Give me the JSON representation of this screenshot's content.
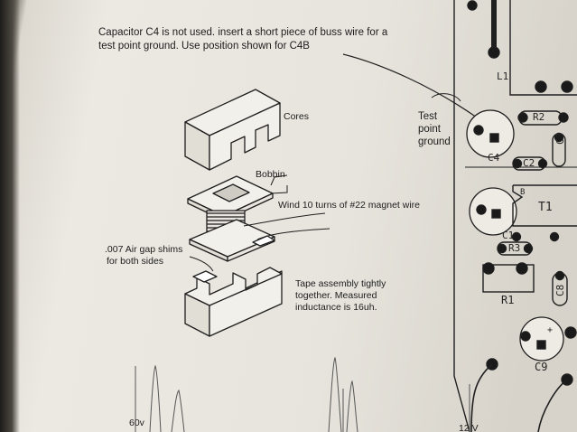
{
  "note": {
    "line1": "Capacitor C4 is not used.  insert a short piece of buss wire for a",
    "line2": "test point ground.  Use position shown for C4B"
  },
  "labels": {
    "cores": "Cores",
    "bobbin": "Bobbin",
    "wind": "Wind 10 turns of #22 magnet wire",
    "shims1": ".007 Air gap shims",
    "shims2": "for both sides",
    "tape1": "Tape assembly tightly",
    "tape2": "together.  Measured",
    "tape3": "inductance is 16uh.",
    "test1": "Test",
    "test2": "point",
    "test3": "ground"
  },
  "board": {
    "l1": "L1",
    "r2": "R2",
    "c3": "C3",
    "c4": "C4",
    "c2": "C2",
    "b": "B",
    "t1": "T1",
    "c1": "C1",
    "r3": "R3",
    "r1": "R1",
    "c8": "C8",
    "c9": "C9",
    "plus": "+"
  },
  "scope": {
    "v60": "60v",
    "v12": "12 V"
  }
}
